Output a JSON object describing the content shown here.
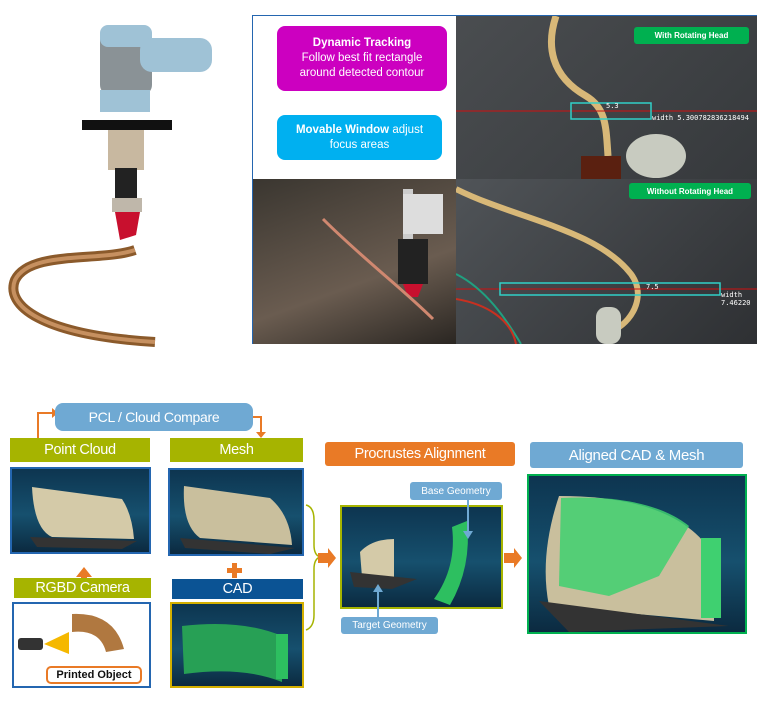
{
  "top_panel": {
    "dynamic_tracking": {
      "title": "Dynamic Tracking",
      "line1": "Follow best fit rectangle",
      "line2": "around detected contour"
    },
    "movable_window": {
      "title": "Movable Window",
      "rest": " adjust",
      "line2": "focus areas"
    },
    "with_head": {
      "tag": "With Rotating Head",
      "value": "5.3",
      "width_text": "width 5.300782836218494"
    },
    "without_head": {
      "tag": "Without Rotating Head",
      "value": "7.5",
      "width_text": "width 7.46220"
    }
  },
  "pipeline": {
    "pcl": "PCL / Cloud Compare",
    "point_cloud": "Point Cloud",
    "mesh": "Mesh",
    "rgbd": "RGBD Camera",
    "cad": "CAD",
    "printed_object": "Printed Object",
    "procrustes": "Procrustes Alignment",
    "base_geometry": "Base Geometry",
    "target_geometry": "Target Geometry",
    "aligned": "Aligned CAD & Mesh"
  },
  "colors": {
    "magenta": "#cc00c0",
    "cyan": "#00b0f0",
    "olive": "#a6b400",
    "orange": "#e97a26",
    "steel": "#6fa9d3",
    "navy": "#0b5394",
    "green": "#00b050"
  }
}
